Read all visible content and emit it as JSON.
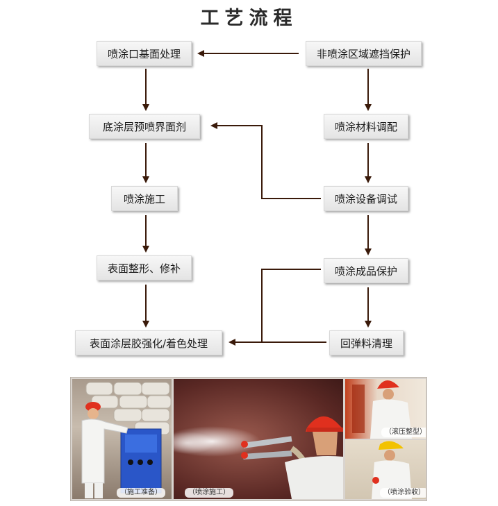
{
  "title": "工艺流程",
  "left_column": [
    "喷涂口基面处理",
    "底涂层预喷界面剂",
    "喷涂施工",
    "表面整形、修补",
    "表面涂层胶强化/着色处理"
  ],
  "right_column": [
    "非喷涂区域遮挡保护",
    "喷涂材料调配",
    "喷涂设备调试",
    "喷涂成品保护",
    "回弹料清理"
  ],
  "photos": {
    "prep": "（施工准备）",
    "spray": "（喷涂施工）",
    "roll": "（滚压整型）",
    "inspect": "（喷涂验收）"
  },
  "colors": {
    "arrow": "#3a1a0a",
    "node_bg": "#ececec",
    "helmet_red": "#e0301e",
    "helmet_yellow": "#f2c200",
    "equipment_blue": "#2a56c8"
  },
  "icons": [
    "worker-figure",
    "spray-gun",
    "helmet"
  ]
}
